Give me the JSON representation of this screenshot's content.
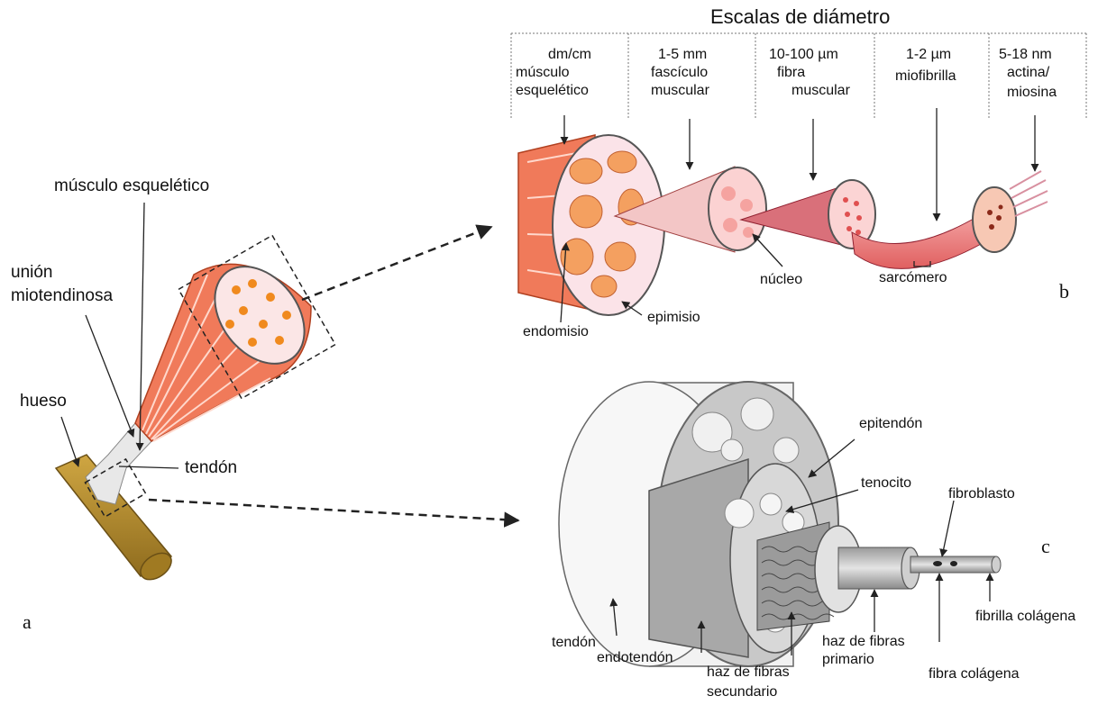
{
  "panel_a": {
    "letter": "a",
    "label_musculo": "músculo esquelético",
    "label_union_1": "unión",
    "label_union_2": "miotendinosa",
    "label_hueso": "hueso",
    "label_tendon": "tendón"
  },
  "panel_b": {
    "letter": "b",
    "title": "Escalas de diámetro",
    "scales": [
      {
        "line1": "dm/cm",
        "line2": "músculo",
        "line3": "esquelético"
      },
      {
        "line1": "1-5 mm",
        "line2": "fascículo",
        "line3": "muscular"
      },
      {
        "line1": "10-100 µm",
        "line2": "fibra",
        "line3": "muscular"
      },
      {
        "line1": "1-2 µm",
        "line2": "miofibrilla",
        "line3": ""
      },
      {
        "line1": "5-18 nm",
        "line2": "actina/",
        "line3": "miosina"
      }
    ],
    "label_endomisio": "endomisio",
    "label_epimisio": "epimisio",
    "label_nucleo": "núcleo",
    "label_sarcomero": "sarcómero"
  },
  "panel_c": {
    "letter": "c",
    "label_epitendon": "epitendón",
    "label_tenocito": "tenocito",
    "label_fibroblasto": "fibroblasto",
    "label_tendon": "tendón",
    "label_endotendon": "endotendón",
    "label_haz_sec_1": "haz de fibras",
    "label_haz_sec_2": "secundario",
    "label_haz_pri_1": "haz de fibras",
    "label_haz_pri_2": "primario",
    "label_fibra_colagena": "fibra colágena",
    "label_fibrilla_colagena": "fibrilla colágena"
  },
  "colors": {
    "muscle": "#f07a5a",
    "muscle_dark": "#d8553a",
    "fascicle_dot": "#f08a1e",
    "bone": "#b8902e",
    "tendon_gray": "#cfcfcf"
  }
}
